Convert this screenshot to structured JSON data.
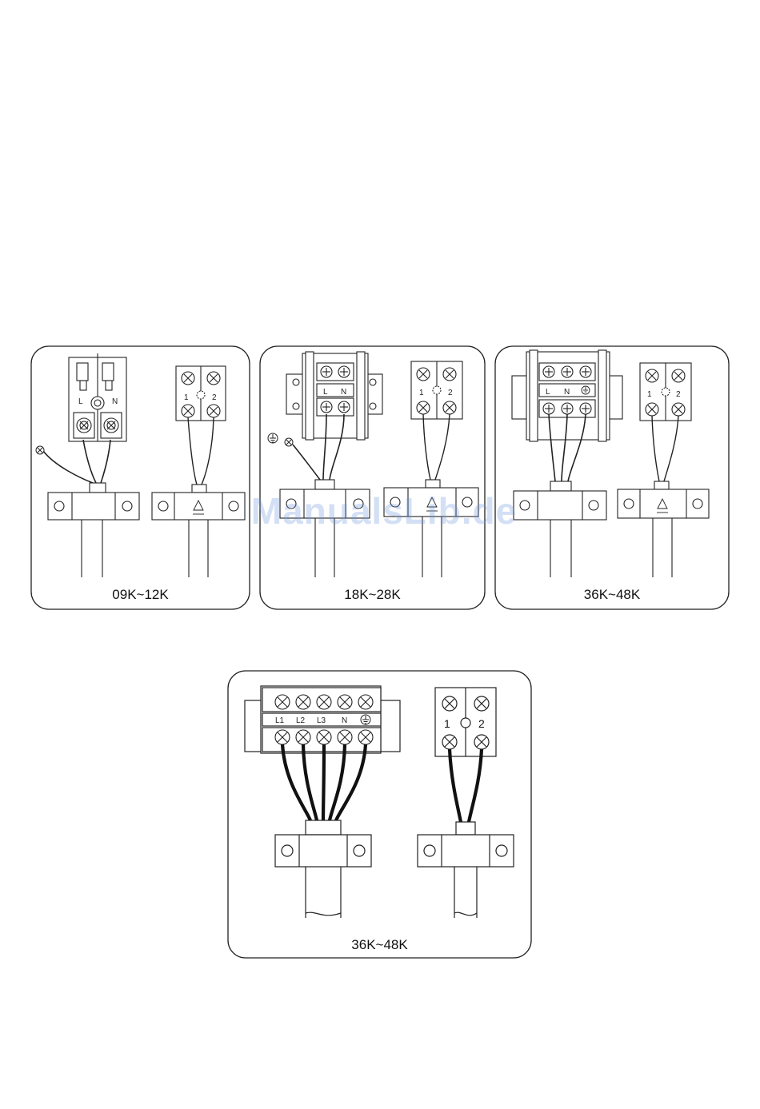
{
  "panels": [
    {
      "caption": "09K~12K",
      "power_terminal": {
        "labels": [
          "L",
          "N"
        ]
      },
      "signal_terminal": {
        "labels": [
          "1",
          "2"
        ]
      }
    },
    {
      "caption": "18K~28K",
      "power_terminal": {
        "labels": [
          "L",
          "N"
        ]
      },
      "signal_terminal": {
        "labels": [
          "1",
          "2"
        ]
      }
    },
    {
      "caption": "36K~48K",
      "power_terminal": {
        "labels": [
          "L",
          "N",
          "earth-symbol"
        ]
      },
      "signal_terminal": {
        "labels": [
          "1",
          "2"
        ]
      }
    },
    {
      "caption": "36K~48K",
      "power_terminal": {
        "labels": [
          "L1",
          "L2",
          "L3",
          "N",
          "earth-symbol"
        ]
      },
      "signal_terminal": {
        "labels": [
          "1",
          "2"
        ]
      }
    }
  ],
  "watermark": "ManualsLib.de",
  "icons": [
    "screw-icon",
    "earth-ground-icon",
    "recycle-icon"
  ]
}
